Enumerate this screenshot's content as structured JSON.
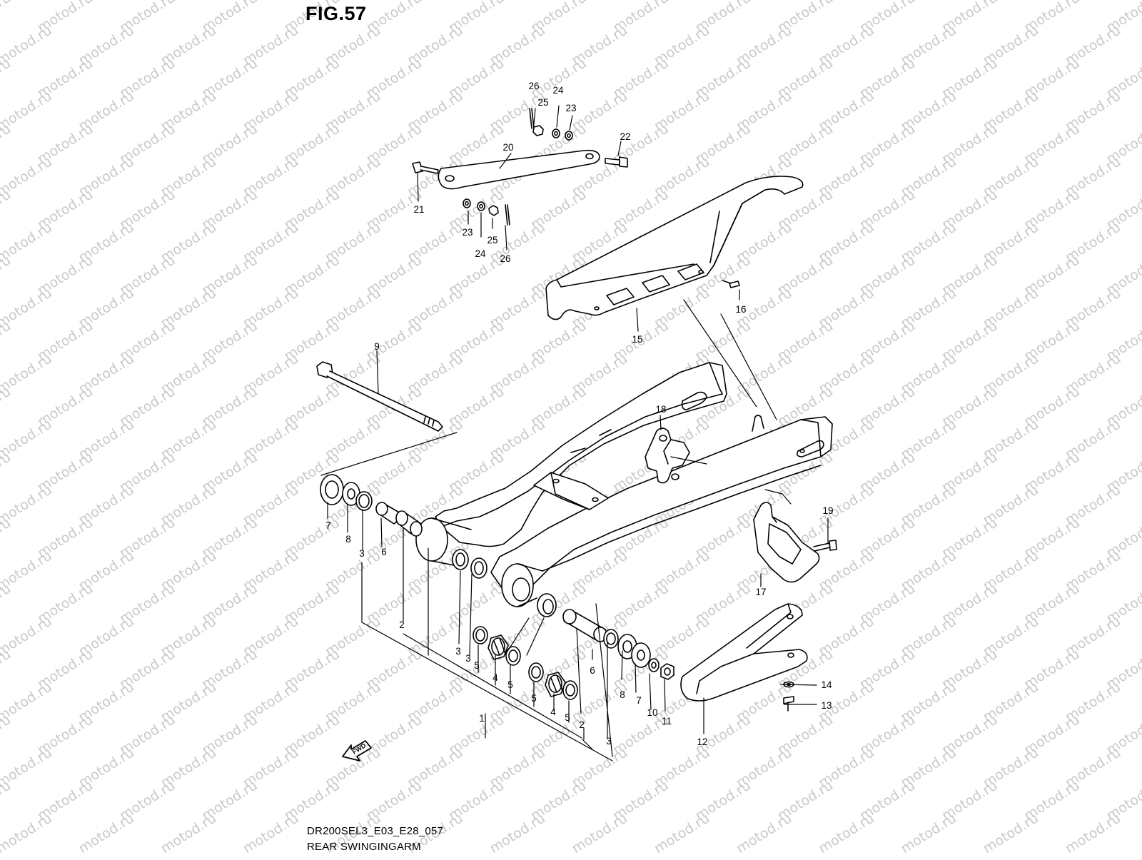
{
  "figure": {
    "title": "FIG.57",
    "model_code": "DR200SEL3_E03_E28_057",
    "name": "REAR SWINGINGARM"
  },
  "watermark": "motod.ru",
  "arrow_label": "FWD",
  "callouts": {
    "c1": "1",
    "c2a": "2",
    "c2b": "2",
    "c3a": "3",
    "c3b": "3",
    "c3c": "3",
    "c3d": "3",
    "c4a": "4",
    "c4b": "4",
    "c5a": "5",
    "c5b": "5",
    "c5c": "5",
    "c5d": "5",
    "c6a": "6",
    "c6b": "6",
    "c7a": "7",
    "c7b": "7",
    "c8a": "8",
    "c8b": "8",
    "c9": "9",
    "c10": "10",
    "c11": "11",
    "c12": "12",
    "c13": "13",
    "c14": "14",
    "c15": "15",
    "c16": "16",
    "c17": "17",
    "c18": "18",
    "c19": "19",
    "c20": "20",
    "c21": "21",
    "c22": "22",
    "c23a": "23",
    "c23b": "23",
    "c24a": "24",
    "c24b": "24",
    "c25a": "25",
    "c25b": "25",
    "c26a": "26",
    "c26b": "26"
  },
  "colors": {
    "line": "#000000",
    "watermark": "#c9c9c9",
    "background": "#ffffff"
  }
}
